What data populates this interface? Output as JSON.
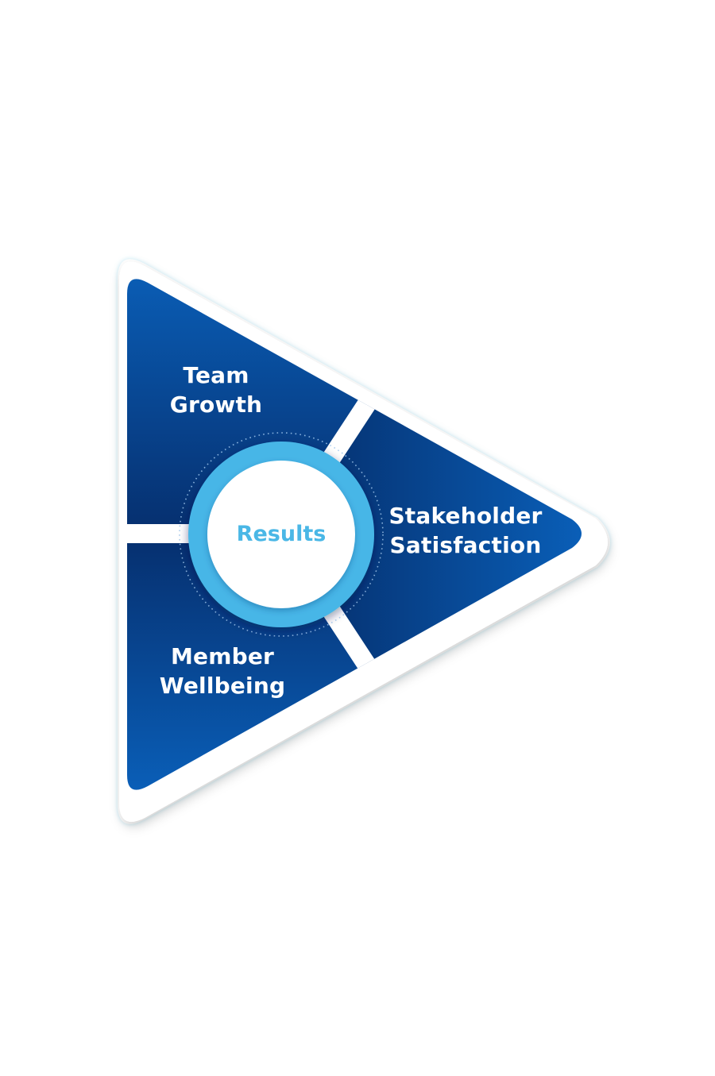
{
  "diagram": {
    "type": "triangle-segments-with-center-hub",
    "center": {
      "label": "Results",
      "text_color": "#4ab7e6",
      "ring_color": "#46b6e7",
      "fill_color": "#ffffff"
    },
    "segments": [
      {
        "id": "team-growth",
        "line1": "Team",
        "line2": "Growth",
        "position": "top-left"
      },
      {
        "id": "stakeholder-satisfaction",
        "line1": "Stakeholder",
        "line2": "Satisfaction",
        "position": "right"
      },
      {
        "id": "member-wellbeing",
        "line1": "Member",
        "line2": "Wellbeing",
        "position": "bottom-left"
      }
    ],
    "colors": {
      "segment_light": "#0a5fb8",
      "segment_dark": "#063a80",
      "frame": "#ffffff",
      "dotted_ring": "#9fc6ec",
      "segment_text": "#ffffff"
    }
  }
}
